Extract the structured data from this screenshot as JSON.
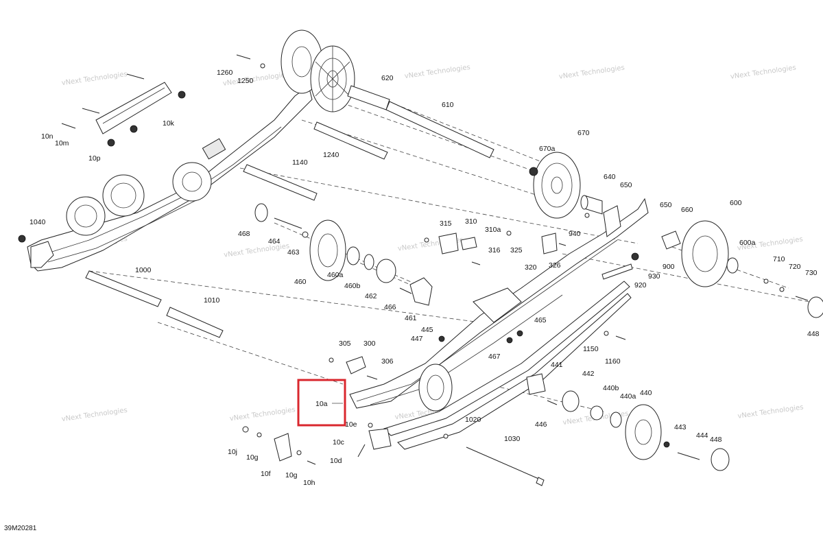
{
  "diagram_code": "39M20281",
  "watermark": "vNext Technologies",
  "highlight_color": "#d9272e",
  "labels": {
    "l1260": "1260",
    "l1250": "1250",
    "l620": "620",
    "l610": "610",
    "l670": "670",
    "l670a": "670a",
    "l640": "640",
    "l650a": "650",
    "l650b": "650",
    "l660": "660",
    "l600": "600",
    "l600a": "600a",
    "l710": "710",
    "l720": "720",
    "l730": "730",
    "l448a": "448",
    "l448b": "448",
    "l10k": "10k",
    "l10n": "10n",
    "l10m": "10m",
    "l10p": "10p",
    "l1240": "1240",
    "l1140": "1140",
    "l1040": "1040",
    "l468": "468",
    "l464": "464",
    "l463": "463",
    "l460": "460",
    "l460a": "460a",
    "l460b": "460b",
    "l462": "462",
    "l466": "466",
    "l461": "461",
    "l315": "315",
    "l310": "310",
    "l310a": "310a",
    "l316": "316",
    "l325": "325",
    "l320": "320",
    "l326": "326",
    "l940": "940",
    "l900": "900",
    "l930": "930",
    "l920": "920",
    "l1000": "1000",
    "l1010": "1010",
    "l445": "445",
    "l447": "447",
    "l465": "465",
    "l467": "467",
    "l1150": "1150",
    "l1160": "1160",
    "l305": "305",
    "l300": "300",
    "l306": "306",
    "l441": "441",
    "l442": "442",
    "l440b": "440b",
    "l440a": "440a",
    "l440": "440",
    "l446": "446",
    "l10a": "10a",
    "l10e": "10e",
    "l10c": "10c",
    "l10d": "10d",
    "l1020": "1020",
    "l1030": "1030",
    "l443": "443",
    "l444": "444",
    "l10j": "10j",
    "l10g": "10g",
    "l10f": "10f",
    "l10gb": "10g",
    "l10h": "10h"
  }
}
